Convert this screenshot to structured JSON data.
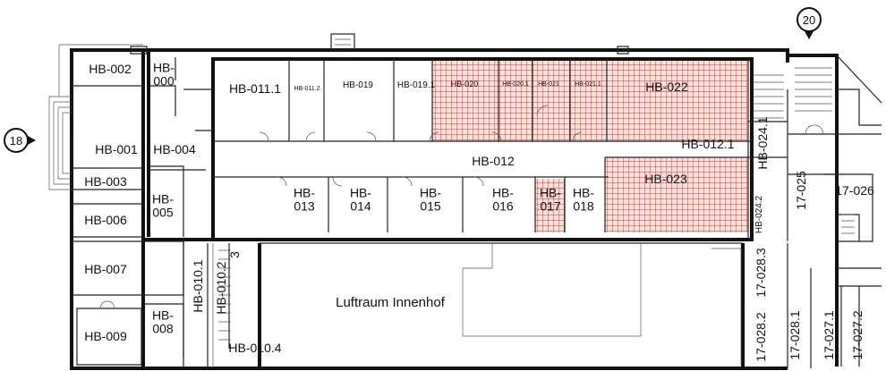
{
  "colors": {
    "highlight": "#c0392b",
    "walls": "#111111",
    "background": "#ffffff"
  },
  "markers": [
    {
      "id": "m18",
      "label": "18",
      "pointer": "right"
    },
    {
      "id": "m20",
      "label": "20",
      "pointer": "down"
    }
  ],
  "rooms": {
    "hb_002": "HB-002",
    "hb_000": "HB-\n000",
    "hb_001": "HB-001",
    "hb_003": "HB-003",
    "hb_004": "HB-004",
    "hb_005": "HB-\n005",
    "hb_006": "HB-006",
    "hb_007": "HB-007",
    "hb_008": "HB-\n008",
    "hb_009": "HB-009",
    "hb_010_1": "HB-010.1",
    "hb_010_2": "HB-010.2",
    "hb_010_3": "3",
    "hb_010_4": "HB-010.4",
    "hb_011_1": "HB-011.1",
    "hb_011_2": "HB-011.2",
    "hb_019": "HB-019",
    "hb_019_1": "HB-019.1",
    "hb_020": "HB-020",
    "hb_020_1": "HB-020.1",
    "hb_021": "HB-021",
    "hb_021_1": "HB-021.1",
    "hb_022": "HB-022",
    "hb_012": "HB-012",
    "hb_012_1": "HB-012.1",
    "hb_013": "HB-\n013",
    "hb_014": "HB-\n014",
    "hb_015": "HB-\n015",
    "hb_016": "HB-\n016",
    "hb_017": "HB-\n017",
    "hb_018": "HB-\n018",
    "hb_023": "HB-023",
    "hb_024_1": "HB-024.1",
    "hb_024_2": "HB-024.2",
    "r17_025": "17-025",
    "r17_026": "17-026",
    "r17_028_1": "17-028.1",
    "r17_028_2": "17-028.2",
    "r17_028_3": "17-028.3",
    "r17_027_1": "17-027.1",
    "r17_027_2": "17-027.2",
    "luftraum": "Luftraum Innenhof"
  }
}
